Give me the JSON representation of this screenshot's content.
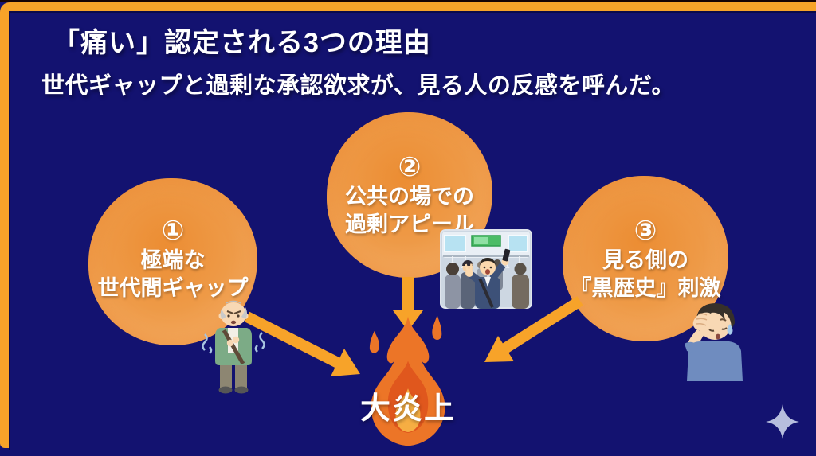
{
  "slide": {
    "title": "「痛い」認定される3つの理由",
    "subtitle": "世代ギャップと過剰な承認欲求が、見る人の反感を呼んだ。",
    "reasons": [
      {
        "number": "①",
        "lines": [
          "極端な",
          "世代間ギャップ"
        ]
      },
      {
        "number": "②",
        "lines": [
          "公共の場での",
          "過剰アピール"
        ]
      },
      {
        "number": "③",
        "lines": [
          "見る側の",
          "『黒歴史』刺激"
        ]
      }
    ],
    "result_label": "大炎上",
    "icons": {
      "fire": "fire-icon",
      "sparkle": "sparkle-icon",
      "arrows": [
        "arrow-left-to-fire",
        "arrow-middle-to-fire",
        "arrow-right-to-fire"
      ],
      "illustrations": [
        "angry-old-man-illustration",
        "train-selfie-photo",
        "facepalm-man-illustration"
      ]
    },
    "colors": {
      "background": "#131270",
      "frame": "#f7a329",
      "bubble": "#ee9a47",
      "arrow": "#f7a329",
      "fire_outer": "#ec7527",
      "fire_inner": "#e0571d",
      "fire_core": "#f6ae43",
      "text": "#ffffff",
      "sparkle": "#b7bede"
    }
  }
}
